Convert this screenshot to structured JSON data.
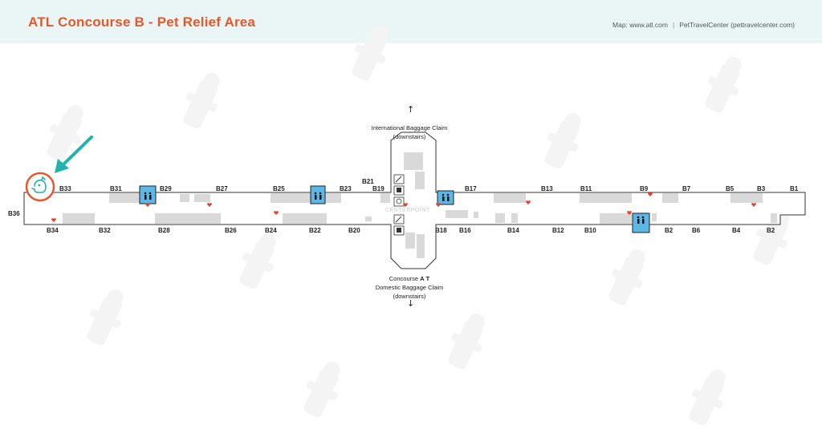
{
  "header": {
    "title": "ATL Concourse B - Pet Relief Area",
    "credit_map": "Map: www.atl.com",
    "credit_separator": "|",
    "credit_source": "PetTravelCenter (pettravelcenter.com)"
  },
  "map": {
    "centerpoint_label": "CENTERPOINT",
    "north_note": {
      "arrow": "↑",
      "line1": "International Baggage Claim",
      "line2": "(downstairs)"
    },
    "south_note": {
      "line1_prefix": "Concourse ",
      "line1_a": "A",
      "line1_t": "T",
      "line2": "Domestic Baggage Claim",
      "line3": "(downstairs)",
      "arrow": "↓"
    },
    "gates_north": [
      "B33",
      "B31",
      "B29",
      "B27",
      "B25",
      "B23",
      "B21",
      "B19",
      "B17",
      "B13",
      "B11",
      "B9",
      "B7",
      "B5",
      "B3",
      "B1"
    ],
    "gates_south": [
      "B36",
      "B34",
      "B32",
      "B28",
      "B26",
      "B24",
      "B22",
      "B20",
      "B18",
      "B16",
      "B14",
      "B12",
      "B10",
      "B2",
      "B6",
      "B4",
      "B2"
    ],
    "pet_relief_icon": "dog-head-icon",
    "restroom_icon": "restroom-icon",
    "colors": {
      "accent_red": "#e8572a",
      "arrow_teal": "#1fb3a9",
      "restroom_blue": "#5bb8e6",
      "building_gray": "#d9d9d9",
      "outline": "#333333"
    }
  }
}
